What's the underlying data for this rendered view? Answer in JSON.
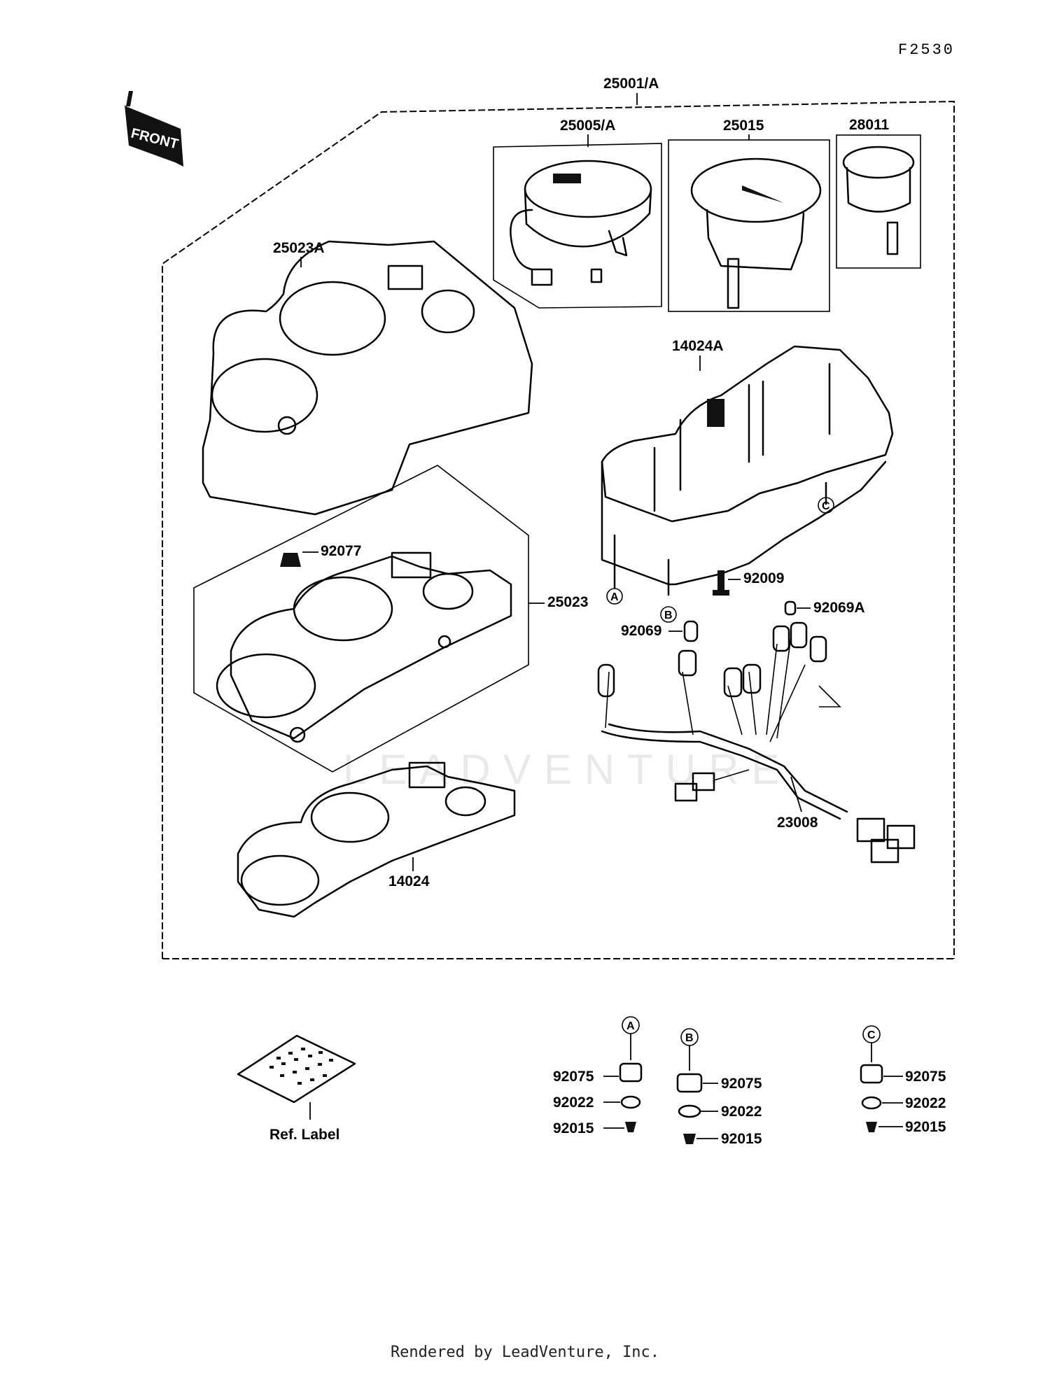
{
  "figure_code": "F2530",
  "front_label": "FRONT",
  "watermark": "LEADVENTURE",
  "footer": "Rendered by LeadVenture, Inc.",
  "callouts": {
    "assy": "25001/A",
    "speedo": "25005/A",
    "tacho": "25015",
    "gauge": "28011",
    "cover_upper": "25023A",
    "case": "14024A",
    "cap": "92077",
    "cover_lower": "25023",
    "screw": "92009",
    "bulb_a": "92069A",
    "bulb": "92069",
    "harness": "23008",
    "panel": "14024",
    "ref_label": "Ref. Label"
  },
  "markers": {
    "a": "A",
    "b": "B",
    "c": "C"
  },
  "detail_a": {
    "marker": "A",
    "p1": "92075",
    "p2": "92022",
    "p3": "92015"
  },
  "detail_b": {
    "marker": "B",
    "p1": "92075",
    "p2": "92022",
    "p3": "92015"
  },
  "detail_c": {
    "marker": "C",
    "p1": "92075",
    "p2": "92022",
    "p3": "92015"
  }
}
